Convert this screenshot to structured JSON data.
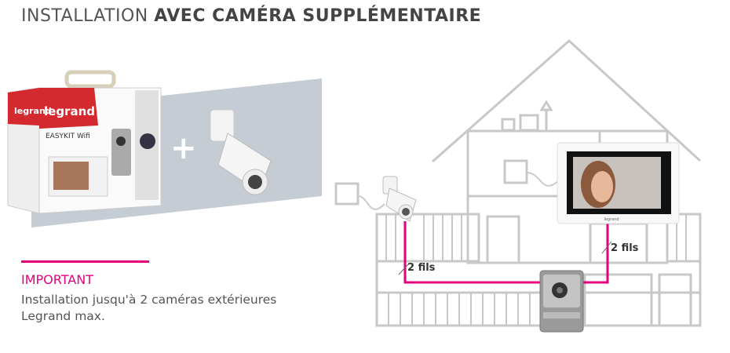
{
  "title": {
    "light": "INSTALLATION ",
    "bold": "AVEC CAMÉRA SUPPLÉMENTAIRE"
  },
  "important": {
    "heading": "IMPORTANT",
    "text": "Installation jusqu'à 2 caméras extérieures Legrand max."
  },
  "product_box": {
    "brand": "legrand",
    "product": "EASYKIT Wifi"
  },
  "plus_sign": "+",
  "diagram": {
    "wire_label_left": "2 fils",
    "wire_label_right": "2 fils",
    "monitor_brand": "legrand"
  },
  "colors": {
    "accent": "#e5007e",
    "brand_red": "#d42a2f",
    "outline": "#c8c8c8"
  }
}
